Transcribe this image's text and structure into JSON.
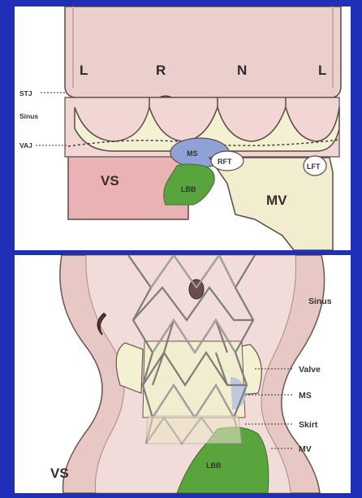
{
  "top": {
    "cusp_labels": [
      "L",
      "R",
      "N",
      "L"
    ],
    "side_labels": {
      "stj": "STJ",
      "sinus": "Sinus",
      "vaj": "VAJ"
    },
    "regions": {
      "vs": "VS",
      "ms": "MS",
      "rft": "RFT",
      "lbb": "LBB",
      "mv": "MV",
      "lft": "LFT"
    }
  },
  "bottom": {
    "vs": "VS",
    "lbb": "LBB",
    "callouts": [
      "Sinus",
      "Valve",
      "MS",
      "Skirt",
      "MV"
    ]
  },
  "colors": {
    "background": "#1f2fb8",
    "aorta": "#eacfcc",
    "leaflet": "#f4f0d2",
    "septum": "#eab2b2",
    "membranous_septum": "#8fa2d8",
    "lbb": "#5aa43e",
    "mitral": "#f2edcf",
    "stent": "#8a8a8a"
  }
}
